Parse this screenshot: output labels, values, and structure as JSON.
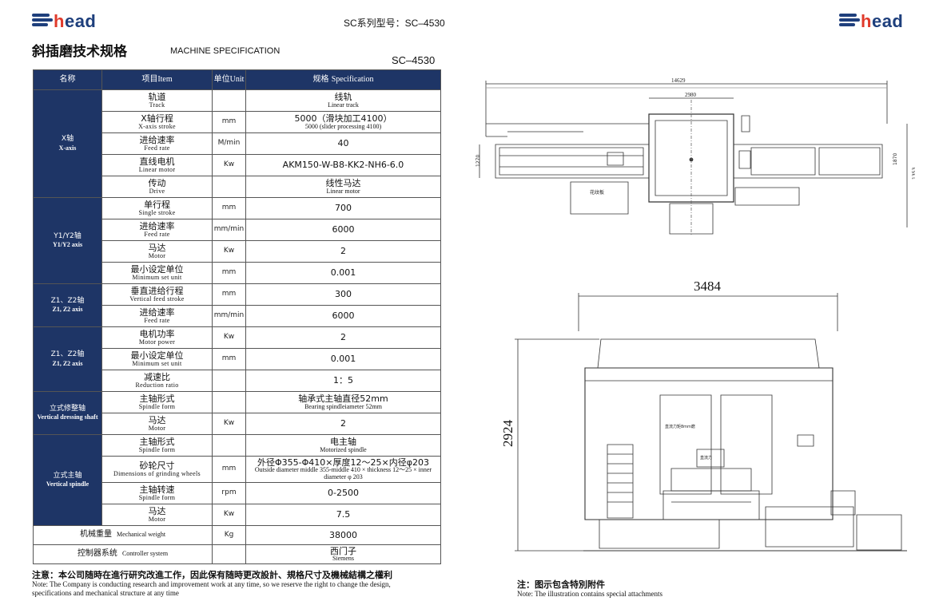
{
  "header": {
    "brand": {
      "pre": "",
      "accent": "h",
      "rest": "ead"
    },
    "model_label": "SC系列型号：SC–4530",
    "title_cn": "斜插磨技术规格",
    "title_en": "MACHINE SPECIFICATION",
    "model": "SC–4530"
  },
  "table": {
    "headers": [
      {
        "cn": "名称",
        "en": ""
      },
      {
        "cn": "项目",
        "en": "Item"
      },
      {
        "cn": "单位",
        "en": "Unit"
      },
      {
        "cn": "规格",
        "en": "Specification"
      }
    ],
    "groups": [
      {
        "cn": "X轴",
        "en": "X-axis",
        "rows": [
          {
            "item_cn": "轨道",
            "item_en": "Track",
            "unit": "",
            "val_cn": "线轨",
            "val_en": "Linear track"
          },
          {
            "item_cn": "X轴行程",
            "item_en": "X-axis stroke",
            "unit": "mm",
            "val_cn": "5000（滑块加工4100）",
            "val_en": "5000 (slider processing 4100)"
          },
          {
            "item_cn": "进给速率",
            "item_en": "Feed rate",
            "unit": "M/min",
            "val_cn": "40",
            "val_en": ""
          },
          {
            "item_cn": "直线电机",
            "item_en": "Linear motor",
            "unit": "Kw",
            "val_cn": "AKM150-W-B8-KK2-NH6-6.0",
            "val_en": ""
          },
          {
            "item_cn": "传动",
            "item_en": "Drive",
            "unit": "",
            "val_cn": "线性马达",
            "val_en": "Linear motor"
          }
        ]
      },
      {
        "cn": "Y1/Y2轴",
        "en": "Y1/Y2 axis",
        "rows": [
          {
            "item_cn": "单行程",
            "item_en": "Single stroke",
            "unit": "mm",
            "val_cn": "700",
            "val_en": ""
          },
          {
            "item_cn": "进给速率",
            "item_en": "Feed rate",
            "unit": "mm/min",
            "val_cn": "6000",
            "val_en": ""
          },
          {
            "item_cn": "马达",
            "item_en": "Motor",
            "unit": "Kw",
            "val_cn": "2",
            "val_en": ""
          },
          {
            "item_cn": "最小设定单位",
            "item_en": "Minimum set unit",
            "unit": "mm",
            "val_cn": "0.001",
            "val_en": ""
          }
        ]
      },
      {
        "cn": "Z1、Z2轴",
        "en": "Z1, Z2 axis",
        "rows": [
          {
            "item_cn": "垂直进给行程",
            "item_en": "Vertical feed stroke",
            "unit": "mm",
            "val_cn": "300",
            "val_en": ""
          },
          {
            "item_cn": "进给速率",
            "item_en": "Feed rate",
            "unit": "mm/min",
            "val_cn": "6000",
            "val_en": ""
          }
        ]
      },
      {
        "cn": "Z1、Z2轴",
        "en": "Z1, Z2 axis",
        "rows": [
          {
            "item_cn": "电机功率",
            "item_en": "Motor power",
            "unit": "Kw",
            "val_cn": "2",
            "val_en": ""
          },
          {
            "item_cn": "最小设定单位",
            "item_en": "Minimum set unit",
            "unit": "mm",
            "val_cn": "0.001",
            "val_en": ""
          },
          {
            "item_cn": "减速比",
            "item_en": "Reduction ratio",
            "unit": "",
            "val_cn": "1：5",
            "val_en": ""
          }
        ]
      },
      {
        "cn": "立式修整轴",
        "en": "Vertical dressing shaft",
        "rows": [
          {
            "item_cn": "主轴形式",
            "item_en": "Spindle form",
            "unit": "",
            "val_cn": "轴承式主轴直径52mm",
            "val_en": "Bearing spindleiameter 52mm"
          },
          {
            "item_cn": "马达",
            "item_en": "Motor",
            "unit": "Kw",
            "val_cn": "2",
            "val_en": ""
          }
        ]
      },
      {
        "cn": "立式主轴",
        "en": "Vertical spindle",
        "rows": [
          {
            "item_cn": "主轴形式",
            "item_en": "Spindle form",
            "unit": "",
            "val_cn": "电主轴",
            "val_en": "Motorized spindle"
          },
          {
            "item_cn": "砂轮尺寸",
            "item_en": "Dimensions of grinding wheels",
            "unit": "mm",
            "val_cn": "外径Φ355-Φ410×厚度12～25×内径φ203",
            "val_en": "Outside diameter middle 355-middle 410 × thickness 12～25 × inner diameter φ 203"
          },
          {
            "item_cn": "主轴转速",
            "item_en": "Spindle form",
            "unit": "rpm",
            "val_cn": "0-2500",
            "val_en": ""
          },
          {
            "item_cn": "马达",
            "item_en": "Motor",
            "unit": "Kw",
            "val_cn": "7.5",
            "val_en": ""
          }
        ]
      }
    ],
    "footer_rows": [
      {
        "cn": "机械重量",
        "en": "Mechanical weight",
        "unit": "Kg",
        "val_cn": "38000",
        "val_en": ""
      },
      {
        "cn": "控制器系统",
        "en": "Controller system",
        "unit": "",
        "val_cn": "西门子",
        "val_en": "Siemens"
      }
    ]
  },
  "notes": {
    "left_cn": "注意：本公司随時在進行研究改進工作，因此保有随時更改設計、規格尺寸及機械結構之權利",
    "left_en": "Note: The Company is conducting research and improvement work at any time, so we reserve the right to change the design, specifications and mechanical structure at any time",
    "right_cn": "注：图示包含特別附件",
    "right_en": "Note: The illustration contains special attachments"
  },
  "drawing": {
    "top_dims": {
      "overall": "14629",
      "table": "2980",
      "left_h": "1270",
      "right_h": "1353",
      "right_h2": "1870"
    },
    "label_plate": "花纹板",
    "front_dims": {
      "width": "3484",
      "height": "2924"
    },
    "front_labels": {
      "panel_a": "直流力矩8mm磨",
      "panel_b": "直流力"
    }
  }
}
